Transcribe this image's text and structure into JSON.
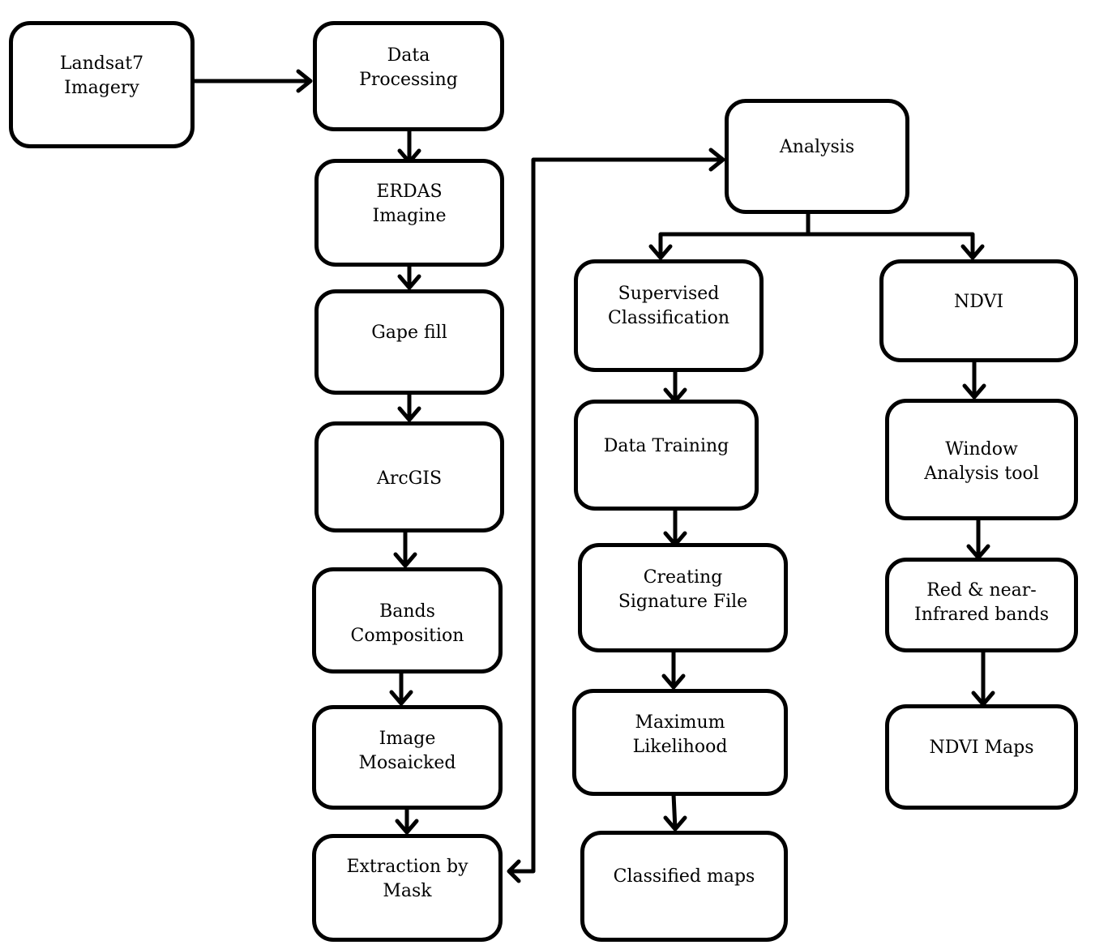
{
  "nodes": {
    "landsat": "Landsat7\nImagery",
    "data_processing": "Data\nProcessing",
    "erdas": "ERDAS\nImagine",
    "gape_fill": "Gape fill",
    "arcgis": "ArcGIS",
    "bands": "Bands\nComposition",
    "mosaic": "Image\nMosaicked",
    "extraction": "Extraction by\nMask",
    "analysis": "Analysis",
    "supervised": "Supervised\nClassification",
    "training": "Data Training",
    "signature": "Creating\nSignature File",
    "maxlik": "Maximum\nLikelihood",
    "classified": "Classified maps",
    "ndvi": "NDVI",
    "window": "Window\nAnalysis tool",
    "red_nir": "Red & near-\nInfrared bands",
    "ndvi_maps": "NDVI Maps"
  }
}
